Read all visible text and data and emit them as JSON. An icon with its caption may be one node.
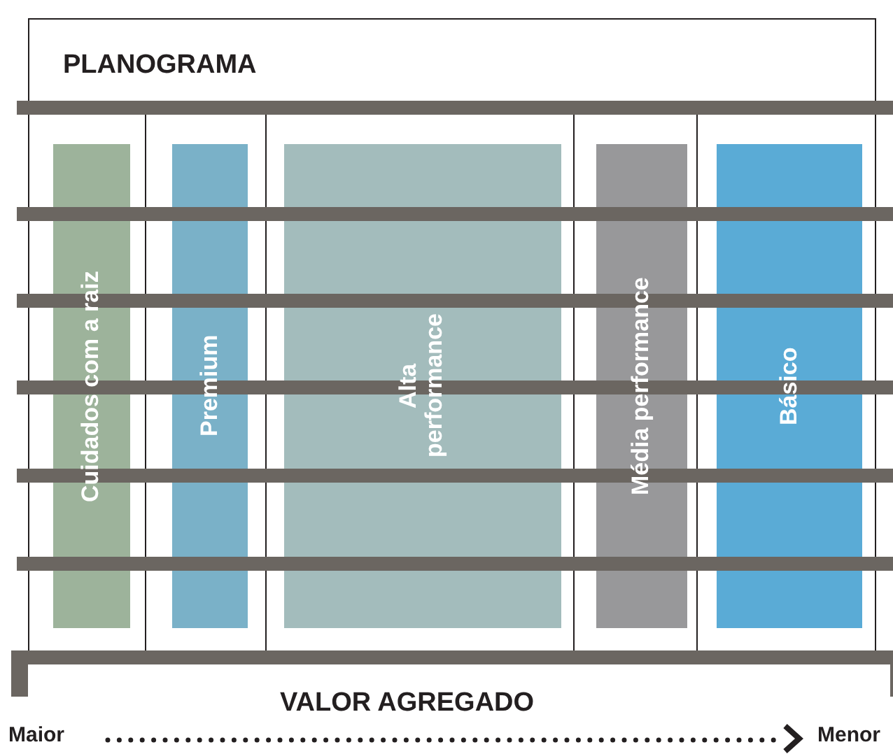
{
  "diagram": {
    "nodes": [
      {
        "text": [
          "PLANOGRAMA"
        ]
      },
      {
        "text": [
          "Cuidados com a raiz"
        ],
        "in": 0
      },
      {
        "text": [
          "Premium"
        ],
        "in": 0
      },
      {
        "text": [
          "Alta performance"
        ],
        "in": 0
      },
      {
        "text": [
          "Média performance"
        ],
        "in": 0
      },
      {
        "text": [
          "Básico"
        ],
        "in": 0
      }
    ],
    "labels": [
      "VALOR AGREGADO",
      "Maior",
      "Menor"
    ]
  }
}
